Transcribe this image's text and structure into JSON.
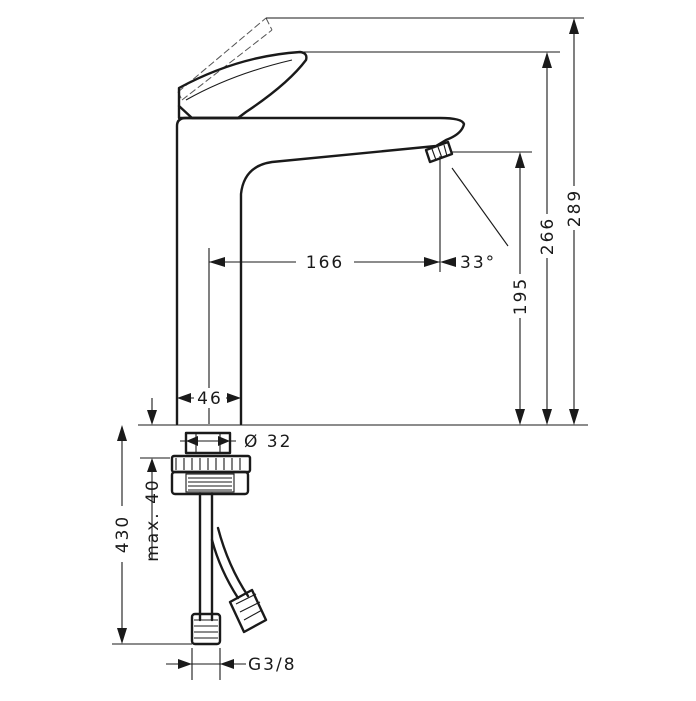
{
  "drawing": {
    "colors": {
      "line": "#1a1a1a",
      "background": "#ffffff"
    },
    "dimensions": {
      "overall_height": "289",
      "handle_height": "266",
      "spout_height": "195",
      "spout_reach": "166",
      "spray_angle": "33°",
      "body_width": "46",
      "hole_diameter": "Ø 32",
      "max_deck_thickness": "max. 40",
      "hose_length": "430",
      "connection_thread": "G3/8"
    }
  }
}
